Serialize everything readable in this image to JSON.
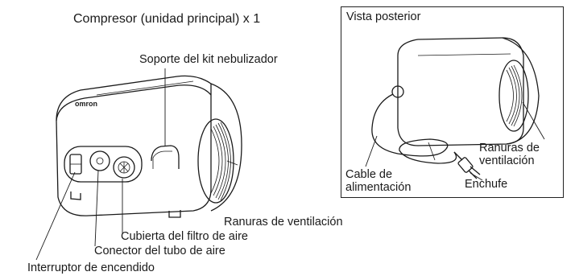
{
  "main": {
    "title": "Compresor (unidad principal) x 1",
    "labels": {
      "nebulizer_holder": "Soporte del kit nebulizador",
      "air_vents": "Ranuras de ventilación",
      "air_filter_cover": "Cubierta del filtro de aire",
      "air_tube_connector": "Conector del tubo de aire",
      "power_switch": "Interruptor de encendido"
    },
    "brand": "omron"
  },
  "inset": {
    "title": "Vista posterior",
    "labels": {
      "vents_line1": "Ranuras de",
      "vents_line2": "ventilación",
      "cable_line1": "Cable de",
      "cable_line2": "alimentación",
      "plug": "Enchufe"
    }
  }
}
